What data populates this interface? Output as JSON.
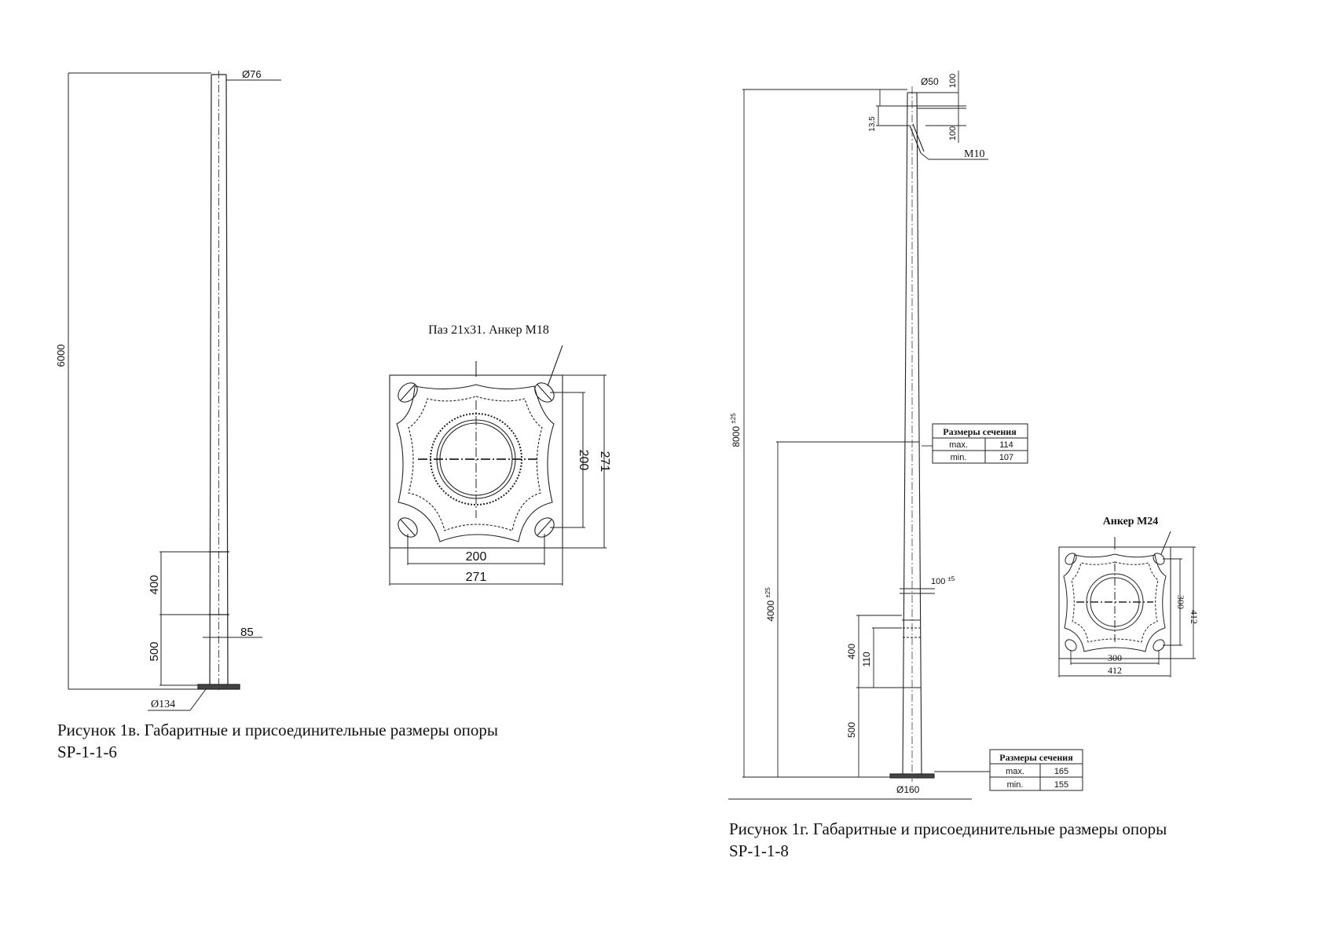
{
  "figure_left": {
    "overall_height_label": "6000",
    "top_diameter_label": "Ø76",
    "base_diameter_label": "Ø134",
    "door_height_label": "400",
    "door_offset_label": "500",
    "door_width_label": "85",
    "flange": {
      "callout": "Паз 21х31. Анкер М18",
      "inner_spacing_h": "200",
      "outer_size_h": "271",
      "inner_spacing_v": "200",
      "outer_size_v": "271"
    },
    "caption_line1": "Рисунок 1в. Габаритные и присоединительные размеры опоры",
    "caption_line2": "SP-1-1-6"
  },
  "figure_right": {
    "overall_height_label": "8000",
    "overall_height_tol": "±25",
    "top_diameter_label": "Ø50",
    "top_dim_upper": "100",
    "top_dim_lower": "100",
    "top_side_label": "13,5",
    "bolt_label": "М10",
    "mid_height_label": "4000",
    "mid_height_tol": "±25",
    "mid_dim_label": "100",
    "mid_dim_tol": "±5",
    "door_height_label": "400",
    "door_width_label": "110",
    "door_offset_label": "500",
    "base_diameter_label": "Ø160",
    "section_table_top": {
      "header": "Размеры сечения",
      "rows": [
        {
          "key": "max.",
          "value": "114"
        },
        {
          "key": "min.",
          "value": "107"
        }
      ]
    },
    "section_table_bottom": {
      "header": "Размеры сечения",
      "rows": [
        {
          "key": "max.",
          "value": "165"
        },
        {
          "key": "min.",
          "value": "155"
        }
      ]
    },
    "flange": {
      "callout": "Анкер М24",
      "inner_spacing_h": "300",
      "outer_size_h": "412",
      "inner_spacing_v": "300",
      "outer_size_v": "412"
    },
    "caption_line1": "Рисунок 1г. Габаритные и присоединительные размеры опоры",
    "caption_line2": "SP-1-1-8"
  }
}
